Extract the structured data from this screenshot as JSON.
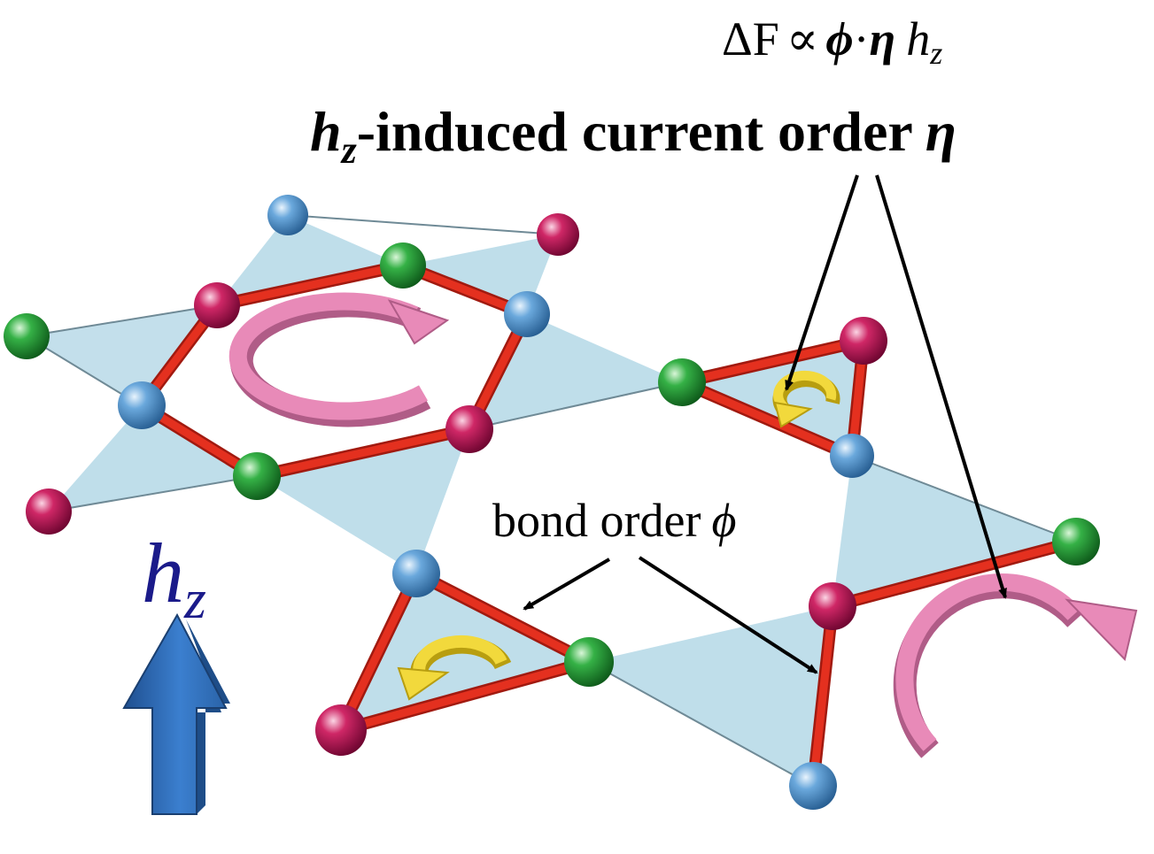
{
  "equation": {
    "delta": "ΔF",
    "propto": "∝",
    "phi": "ϕ",
    "dot": "·",
    "eta": "η",
    "h": "h",
    "sub": "z"
  },
  "title": {
    "h": "h",
    "sub": "z",
    "text": "-induced current order",
    "eta": "η"
  },
  "bond_label": {
    "text": "bond order",
    "phi": "ϕ"
  },
  "field_label": {
    "h": "h",
    "sub": "z"
  },
  "colors": {
    "sheet": "#bcdce9",
    "bond": "#e4301f",
    "bond_edge": "#a11a10",
    "atom_blue": "#4f94cf",
    "atom_red": "#c4145a",
    "atom_green": "#27a23a",
    "loop_pink": "#e88ab8",
    "loop_yellow": "#f2d93c",
    "field_arrow": "#2e6bb6",
    "field_label": "#1b1b8a"
  }
}
